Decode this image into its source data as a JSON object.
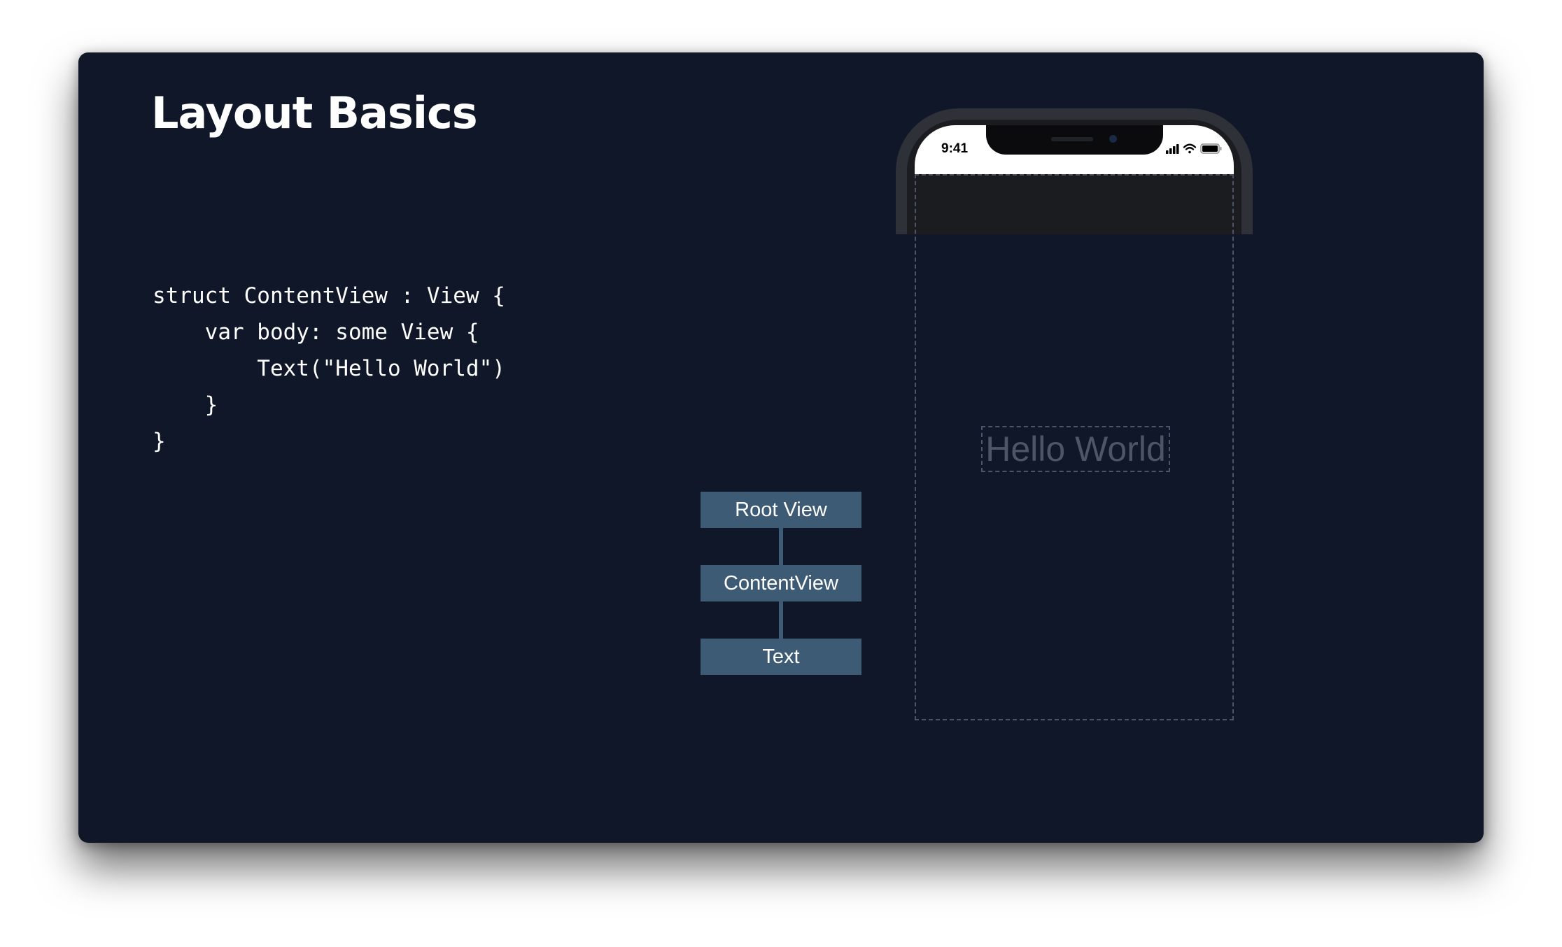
{
  "slide": {
    "title": "Layout Basics"
  },
  "code": {
    "lines": [
      "struct ContentView : View {",
      "    var body: some View {",
      "        Text(\"Hello World\")",
      "    }",
      "}"
    ]
  },
  "view_tree": {
    "nodes": [
      "Root View",
      "ContentView",
      "Text"
    ]
  },
  "phone": {
    "status_time": "9:41",
    "status_icons": [
      "signal-bars-icon",
      "wifi-icon",
      "battery-icon"
    ],
    "screen_text": "Hello World"
  },
  "colors": {
    "background": "#0f1729",
    "node_fill": "#3e5b76",
    "dashed_outline": "#4c5568",
    "hello_text": "#4d5566"
  }
}
